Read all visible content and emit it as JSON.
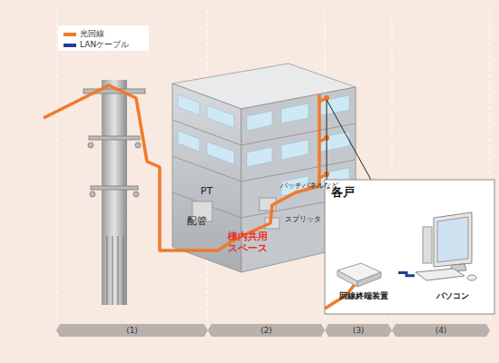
{
  "diagram": {
    "nodes": [
      {
        "text": [
          "各戸"
        ]
      },
      {
        "text": [
          "回線終端装置"
        ],
        "in": 0
      },
      {
        "text": [
          "パソコン"
        ],
        "in": 0
      },
      {
        "text": [
          "(1)"
        ]
      },
      {
        "text": [
          "(2)"
        ]
      },
      {
        "text": [
          "(3)"
        ]
      },
      {
        "text": [
          "(4)"
        ]
      }
    ],
    "edges": [
      {
        "from": 1,
        "to": 2,
        "arrow": "none"
      }
    ],
    "labels": [
      "PT",
      "配管",
      "棟内共用 スペース",
      "パッチパネルなど",
      "スプリッタ"
    ],
    "legend": [
      {
        "text": "光回線",
        "color": "#f07a2a"
      },
      {
        "text": "LANケーブル",
        "color": "#1f3f94"
      }
    ]
  }
}
